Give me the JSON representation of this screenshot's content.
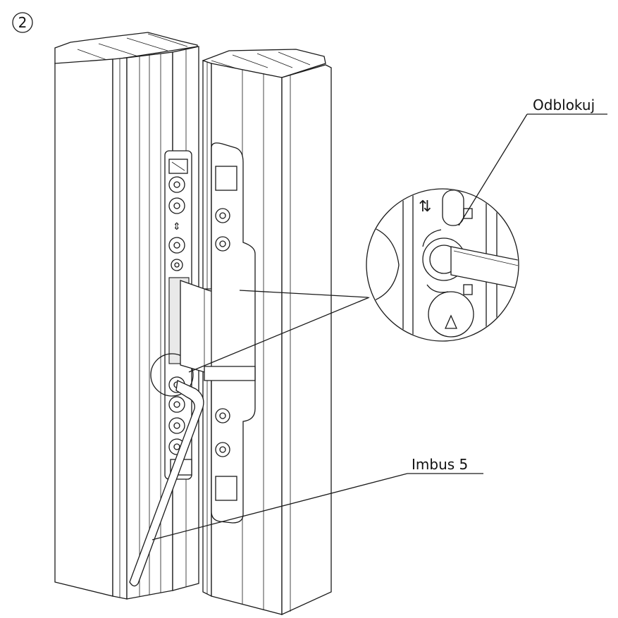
{
  "step_number": "2",
  "labels": {
    "unlock": "Odblokuj",
    "hex_key": "Imbus 5"
  },
  "marks": {
    "arrows": "⇕",
    "plate_symbol": "⇅"
  },
  "colors": {
    "line": "#1a1a1a",
    "background": "#ffffff",
    "shade": "#e9e9e9"
  }
}
